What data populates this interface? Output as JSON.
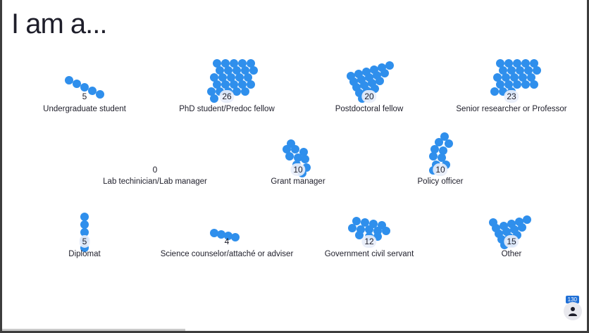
{
  "title": "I am a...",
  "colors": {
    "dot": "#2f8fec",
    "text": "#1e1e2a"
  },
  "categories": [
    {
      "label": "Undergraduate student",
      "count": "5"
    },
    {
      "label": "PhD student/Predoc fellow",
      "count": "26"
    },
    {
      "label": "Postdoctoral fellow",
      "count": "20"
    },
    {
      "label": "Senior researcher or Professor",
      "count": "23"
    },
    {
      "label": "Lab techinician/Lab manager",
      "count": "0"
    },
    {
      "label": "Grant manager",
      "count": "10"
    },
    {
      "label": "Policy officer",
      "count": "10"
    },
    {
      "label": "Diplomat",
      "count": "5"
    },
    {
      "label": "Science counselor/attaché or adviser",
      "count": "4"
    },
    {
      "label": "Government civil servant",
      "count": "12"
    },
    {
      "label": "Other",
      "count": "15"
    }
  ],
  "audience": {
    "count": "130",
    "icon": "person-icon"
  }
}
